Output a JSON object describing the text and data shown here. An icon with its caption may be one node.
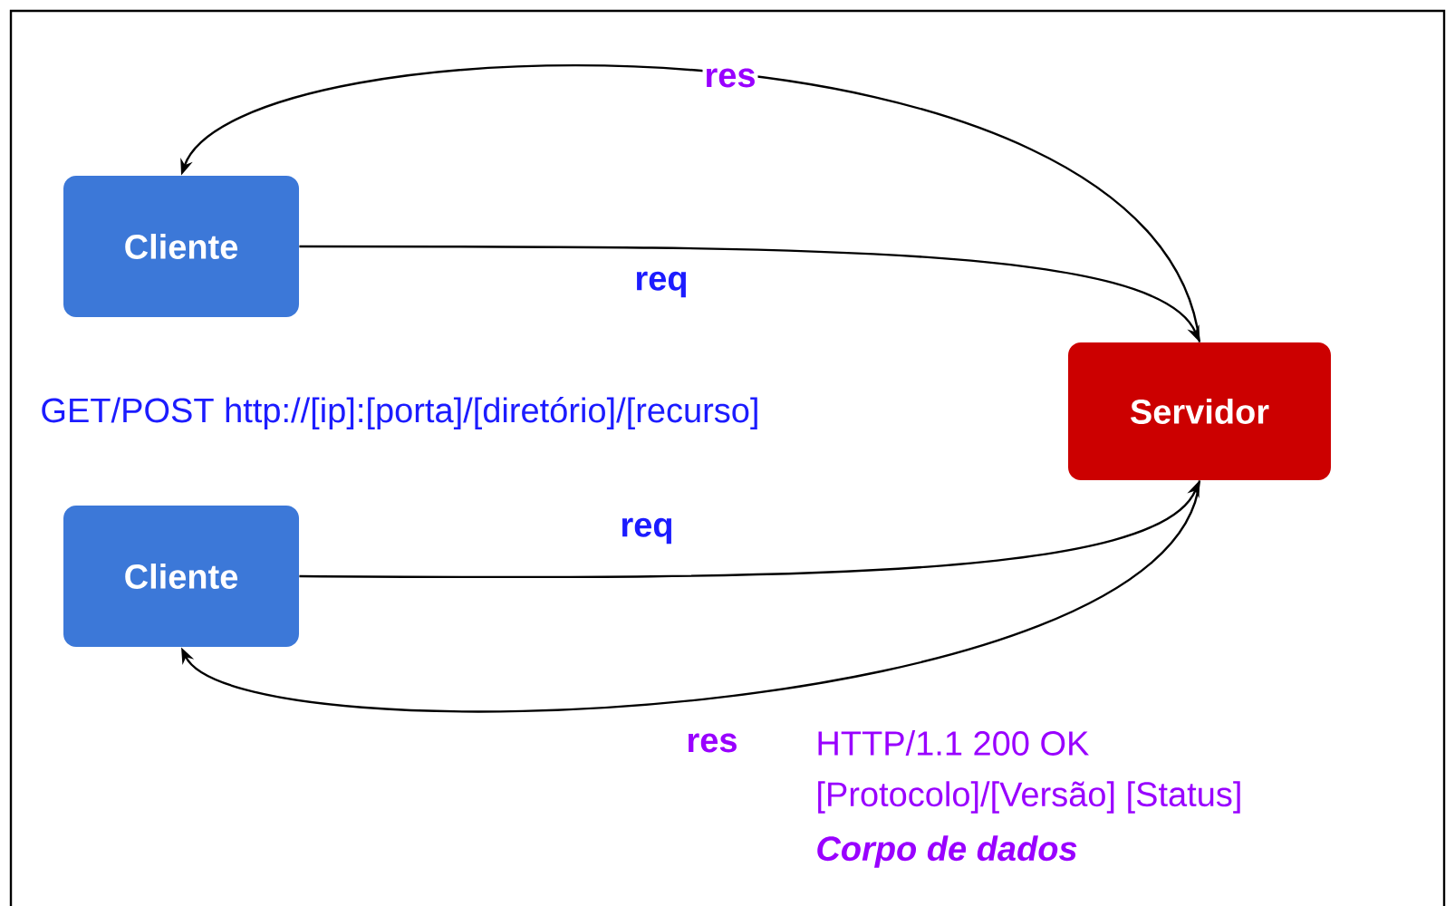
{
  "diagram": {
    "nodes": [
      {
        "text": [
          "Cliente"
        ]
      },
      {
        "text": [
          "Servidor"
        ]
      },
      {
        "text": [
          "Cliente"
        ]
      }
    ],
    "edges": [
      {
        "from": 1,
        "to": 0,
        "arrow": "to",
        "label": "res"
      },
      {
        "from": 0,
        "to": 1,
        "arrow": "to",
        "label": "req"
      },
      {
        "from": 2,
        "to": 1,
        "arrow": "to",
        "label": "req"
      },
      {
        "from": 1,
        "to": 2,
        "arrow": "to",
        "label": "res"
      }
    ],
    "labels": [
      "GET/POST http://[ip]:[porta]/[diretório]/[recurso]",
      "HTTP/1.1 200 OK",
      "[Protocolo]/[Versão] [Status]",
      "Corpo de dados"
    ]
  }
}
